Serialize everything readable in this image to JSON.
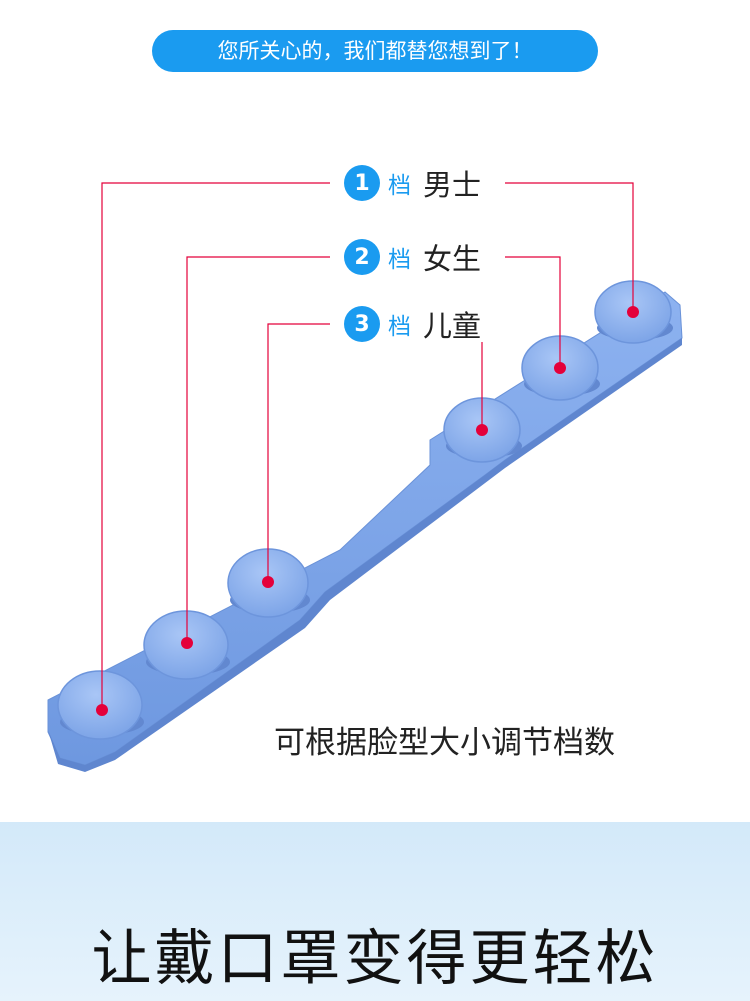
{
  "banner": {
    "text": "您所关心的，我们都替您想到了！"
  },
  "levels": [
    {
      "number": "1",
      "unit": "档",
      "label": "男士"
    },
    {
      "number": "2",
      "unit": "档",
      "label": "女生"
    },
    {
      "number": "3",
      "unit": "档",
      "label": "儿童"
    }
  ],
  "caption": "可根据脸型大小调节档数",
  "footer": {
    "title": "让戴口罩变得更轻松"
  },
  "colors": {
    "accent_blue": "#1a9bf0",
    "product_blue": "#7ea6ea",
    "leader_red": "#e4003a"
  }
}
